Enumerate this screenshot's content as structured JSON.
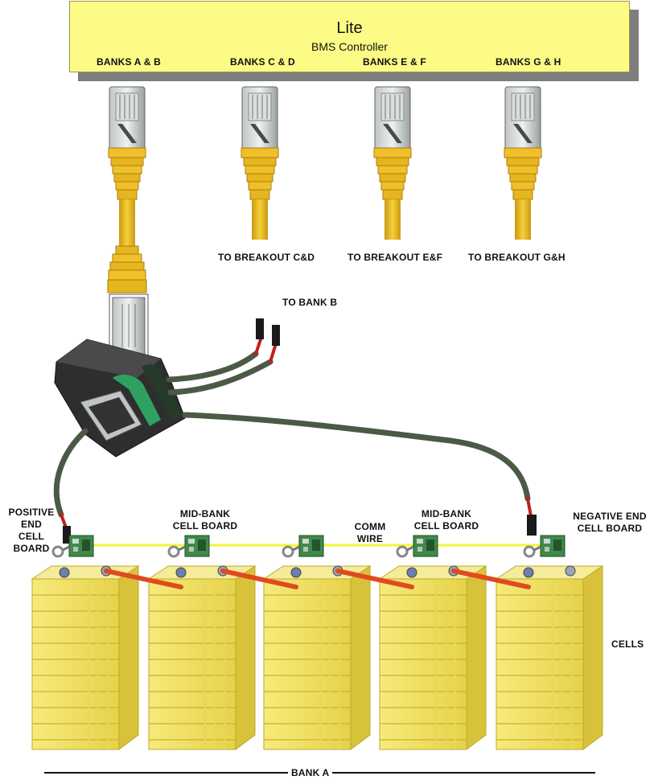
{
  "controller": {
    "title": "Lite",
    "subtitle": "BMS Controller",
    "ports": [
      "BANKS A & B",
      "BANKS C & D",
      "BANKS E & F",
      "BANKS G & H"
    ]
  },
  "breakouts": [
    "TO BREAKOUT C&D",
    "TO BREAKOUT E&F",
    "TO BREAKOUT G&H"
  ],
  "to_bank_b": "TO BANK B",
  "boards": {
    "positive": [
      "POSITIVE",
      "END",
      "CELL",
      "BOARD"
    ],
    "mid_left": [
      "MID-BANK",
      "CELL BOARD"
    ],
    "comm": [
      "COMM",
      "WIRE"
    ],
    "mid_right": [
      "MID-BANK",
      "CELL BOARD"
    ],
    "negative": [
      "NEGATIVE END",
      "CELL BOARD"
    ]
  },
  "cells_label": "CELLS",
  "bank_label": "BANK A",
  "colors": {
    "controller_fill": "#fbfb86",
    "cable_yellow": "#f0c02a",
    "cell_yellow": "#f2e260",
    "comm_wire": "#f4f43a",
    "link_bar": "#e04a1e",
    "board_green": "#3f8a4a",
    "cable_dark": "#4a5a44"
  },
  "icons": [
    "rj45-plug-icon",
    "breakout-box-icon",
    "cell-board-icon",
    "battery-cell-icon"
  ]
}
